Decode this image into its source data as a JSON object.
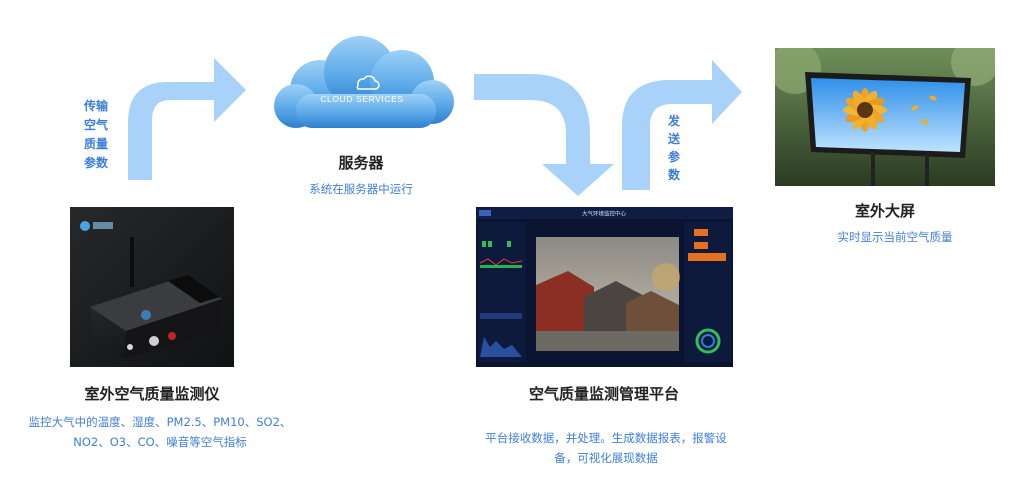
{
  "cloud": {
    "text": "CLOUD SERVICES"
  },
  "server": {
    "title": "服务器",
    "desc": "系统在服务器中运行"
  },
  "device": {
    "title": "室外空气质量监测仪",
    "desc_line1": "监控大气中的温度、湿度、PM2.5、PM10、SO2、",
    "desc_line2": "NO2、O3、CO、噪音等空气指标"
  },
  "platform": {
    "title": "空气质量监测管理平台",
    "desc_line1": "平台接收数据，并处理。生成数据报表，报警设",
    "desc_line2": "备，可视化展现数据",
    "screen_title": "大气环境监控中心"
  },
  "screen": {
    "title": "室外大屏",
    "desc": "实时显示当前空气质量"
  },
  "arrow_labels": {
    "transmit": [
      "传",
      "输",
      "空",
      "气",
      "质",
      "量",
      "参",
      "数"
    ],
    "send": [
      "发",
      "送",
      "参",
      "数"
    ]
  },
  "colors": {
    "arrow": "#a9d2fa",
    "accent_text": "#3d7fd8"
  }
}
